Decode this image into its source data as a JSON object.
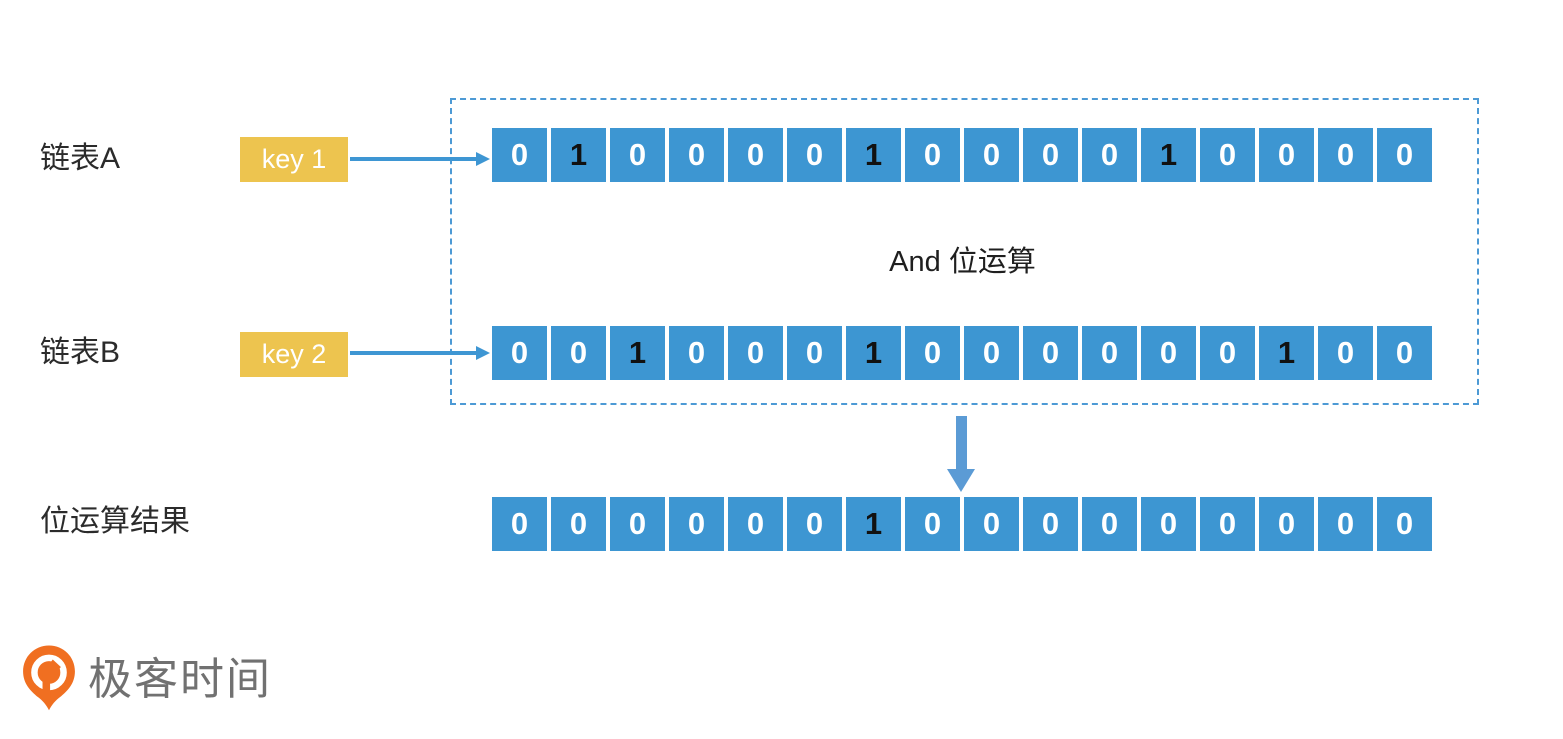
{
  "colors": {
    "cell-blue": "#3D96D2",
    "bit-zero-text": "#FFFFFF",
    "bit-one-text": "#111111",
    "key-yellow": "#EDC44F",
    "arrow-blue": "#3E96D3",
    "big-arrow-blue": "#5B9BD5",
    "dashed-border-blue": "#4D9AD5",
    "label-text": "#2B2B2B",
    "logo-orange": "#F06F21",
    "logo-text-gray": "#717171"
  },
  "diagram": {
    "operation_label": "And 位运算",
    "row_a": {
      "label": "链表A",
      "key_label": "key 1",
      "bits": [
        0,
        1,
        0,
        0,
        0,
        0,
        1,
        0,
        0,
        0,
        0,
        1,
        0,
        0,
        0,
        0
      ]
    },
    "row_b": {
      "label": "链表B",
      "key_label": "key 2",
      "bits": [
        0,
        0,
        1,
        0,
        0,
        0,
        1,
        0,
        0,
        0,
        0,
        0,
        0,
        1,
        0,
        0
      ]
    },
    "result": {
      "label": "位运算结果",
      "bits": [
        0,
        0,
        0,
        0,
        0,
        0,
        1,
        0,
        0,
        0,
        0,
        0,
        0,
        0,
        0,
        0
      ]
    }
  },
  "logo": {
    "text": "极客时间",
    "icon": "geektime-logo-icon"
  }
}
